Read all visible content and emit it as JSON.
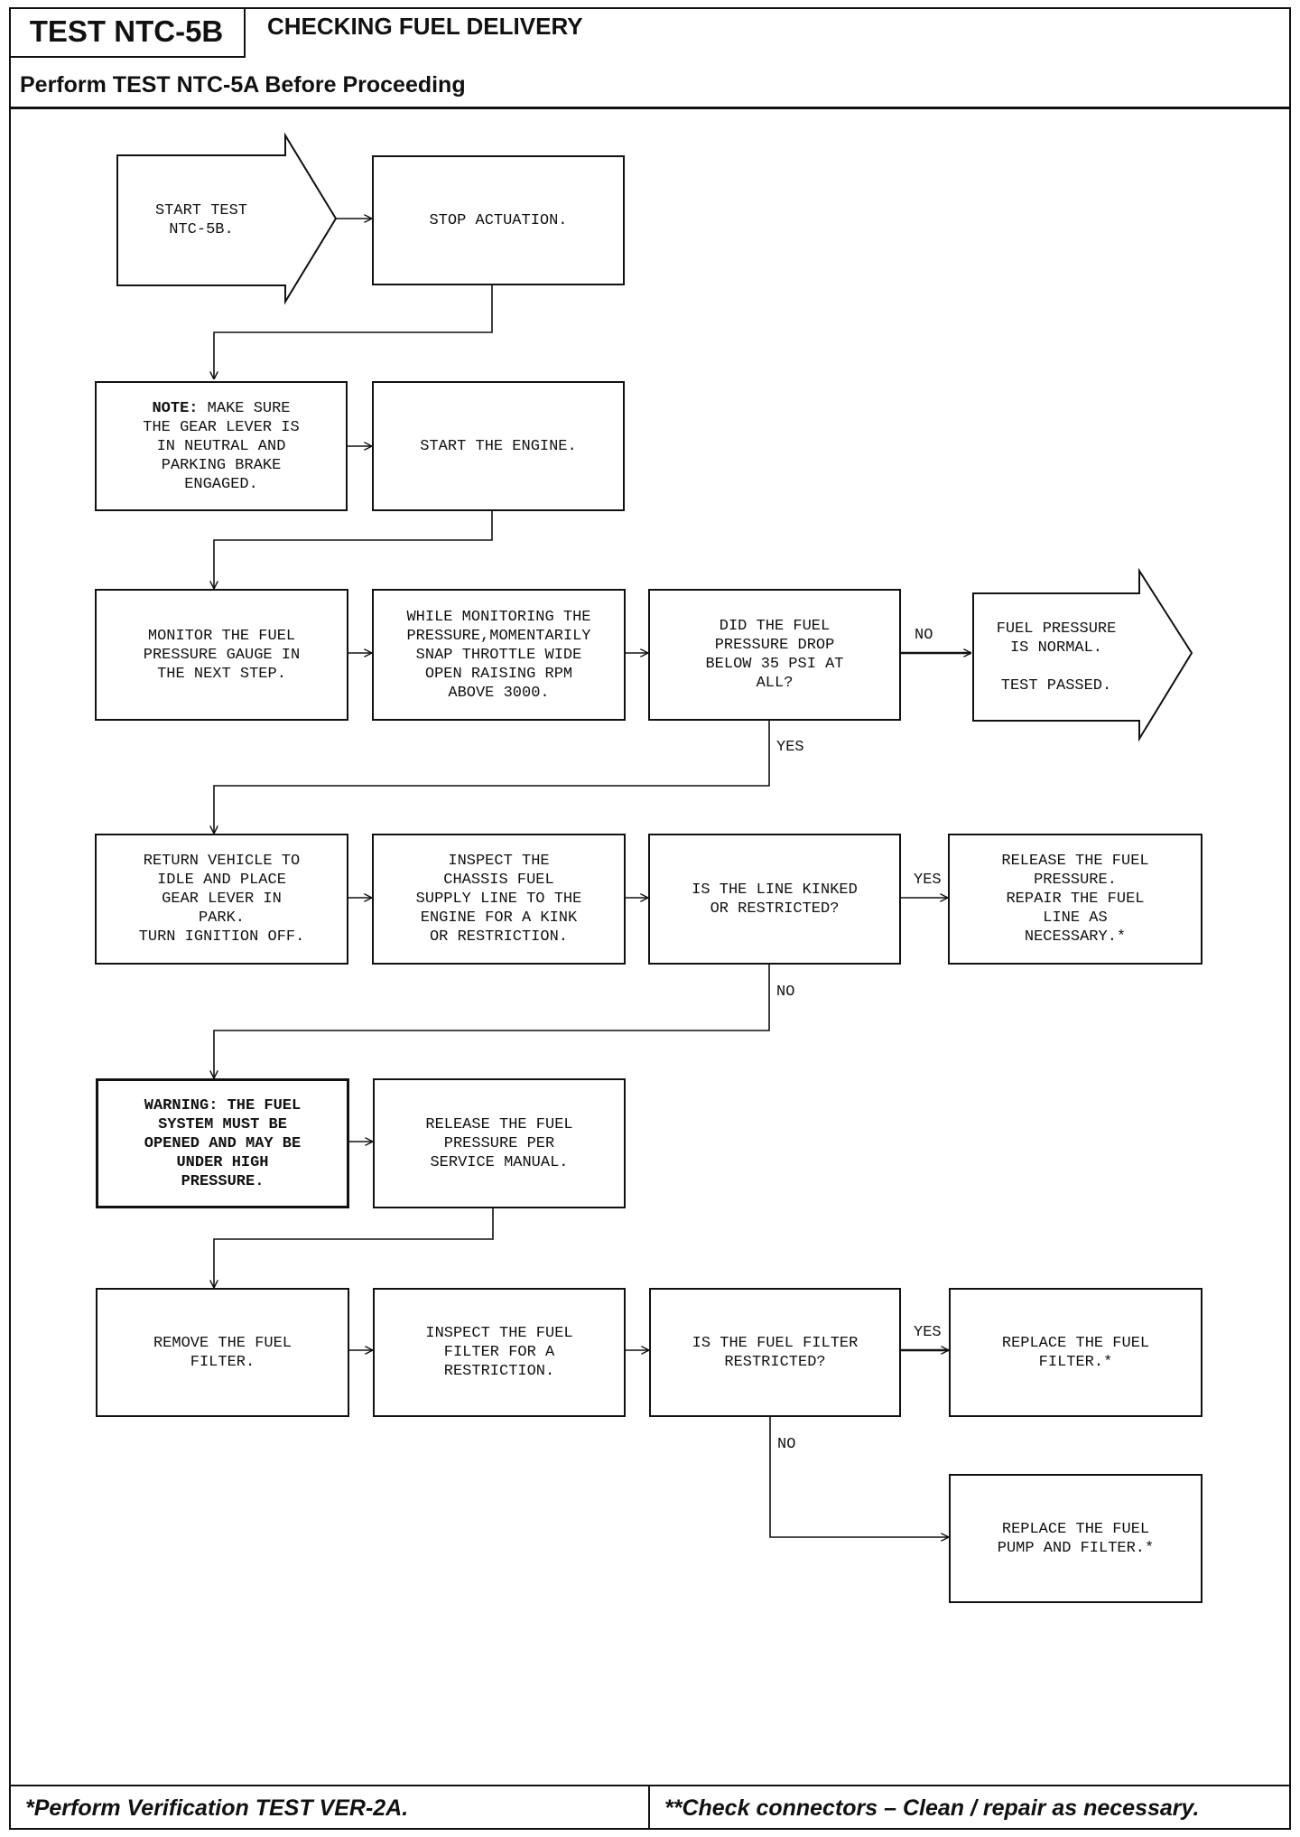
{
  "header": {
    "test_id": "TEST NTC-5B",
    "title": "CHECKING FUEL DELIVERY",
    "subtitle": "Perform TEST NTC-5A Before Proceeding"
  },
  "footer": {
    "left": "*Perform Verification TEST VER-2A.",
    "right": "**Check connectors – Clean / repair as necessary."
  },
  "nodes": {
    "start": "START TEST\nNTC-5B.",
    "stop_actuation": "STOP ACTUATION.",
    "note_prefix": "NOTE:",
    "note_body": " MAKE SURE\nTHE GEAR LEVER IS\nIN NEUTRAL AND\nPARKING BRAKE\nENGAGED.",
    "start_engine": "START THE ENGINE.",
    "monitor": "MONITOR THE FUEL\nPRESSURE GAUGE IN\nTHE NEXT STEP.",
    "snap_throttle": "WHILE MONITORING THE\nPRESSURE,MOMENTARILY\nSNAP THROTTLE WIDE\nOPEN RAISING RPM\nABOVE 3000.",
    "q_drop": "DID THE FUEL\nPRESSURE DROP\nBELOW 35 PSI AT\nALL?",
    "passed": "FUEL PRESSURE\nIS NORMAL.\n\nTEST PASSED.",
    "return_idle": "RETURN VEHICLE TO\nIDLE AND PLACE\nGEAR LEVER IN\nPARK.\nTURN IGNITION OFF.",
    "inspect_line": "INSPECT THE\nCHASSIS FUEL\nSUPPLY LINE TO THE\nENGINE FOR A KINK\nOR RESTRICTION.",
    "q_kinked": "IS THE LINE KINKED\nOR RESTRICTED?",
    "repair_line": "RELEASE THE FUEL\nPRESSURE.\nREPAIR THE FUEL\nLINE AS\nNECESSARY.*",
    "warning": "WARNING: THE FUEL\nSYSTEM MUST BE\nOPENED AND MAY BE\nUNDER HIGH\nPRESSURE.",
    "release_pressure": "RELEASE THE FUEL\nPRESSURE PER\nSERVICE MANUAL.",
    "remove_filter": "REMOVE THE FUEL\nFILTER.",
    "inspect_filter": "INSPECT THE FUEL\nFILTER FOR A\nRESTRICTION.",
    "q_filter": "IS THE FUEL FILTER\nRESTRICTED?",
    "replace_filter": "REPLACE THE FUEL\nFILTER.*",
    "replace_pump": "REPLACE THE FUEL\nPUMP AND FILTER.*"
  },
  "labels": {
    "no1": "NO",
    "yes1": "YES",
    "yes2": "YES",
    "no2": "NO",
    "yes3": "YES",
    "no3": "NO"
  }
}
